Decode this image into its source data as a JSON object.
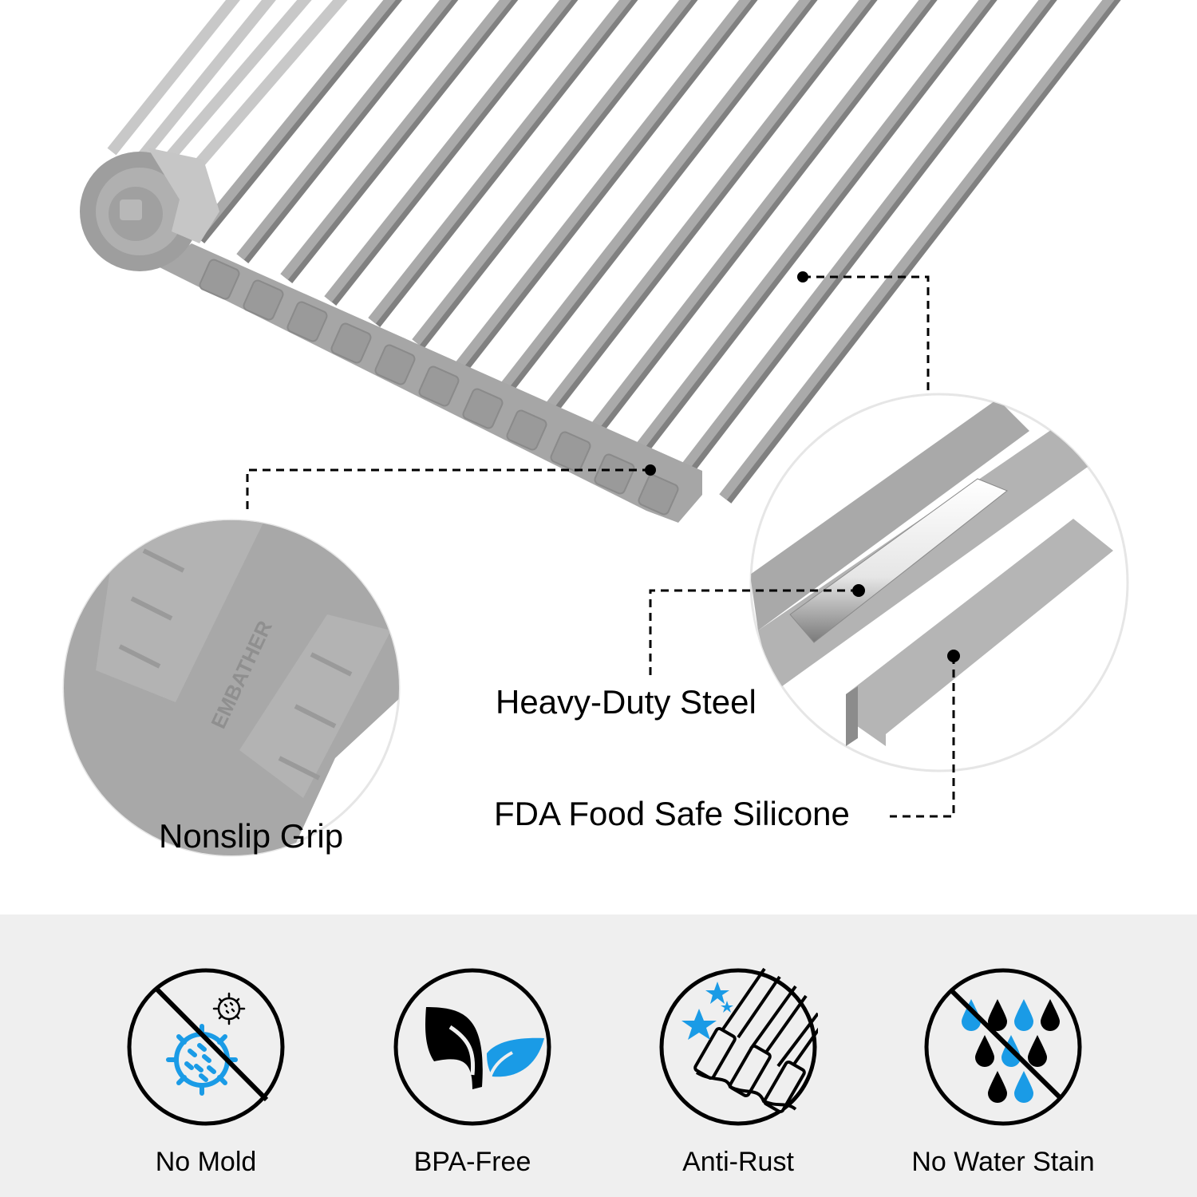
{
  "diagram": {
    "brand_embossed": "EMBATHER",
    "callouts": [
      {
        "id": "grip",
        "label": "Nonslip Grip"
      },
      {
        "id": "steel",
        "label": "Heavy-Duty Steel"
      },
      {
        "id": "silicone",
        "label": "FDA Food Safe Silicone"
      }
    ],
    "colors": {
      "silicone_gray": "#a9a9a9",
      "rod_shadow": "#7f7f7f",
      "steel_highlight": "#f2f2f2",
      "callout_line": "#000000",
      "circle_outline": "#e6e6e6"
    }
  },
  "features": {
    "background": "#efefef",
    "accent": "#1a9be6",
    "items": [
      {
        "label": "No Mold",
        "icon": "no-mold-icon"
      },
      {
        "label": "BPA-Free",
        "icon": "leaf-icon"
      },
      {
        "label": "Anti-Rust",
        "icon": "anti-rust-icon"
      },
      {
        "label": "No Water Stain",
        "icon": "no-water-stain-icon"
      }
    ]
  }
}
